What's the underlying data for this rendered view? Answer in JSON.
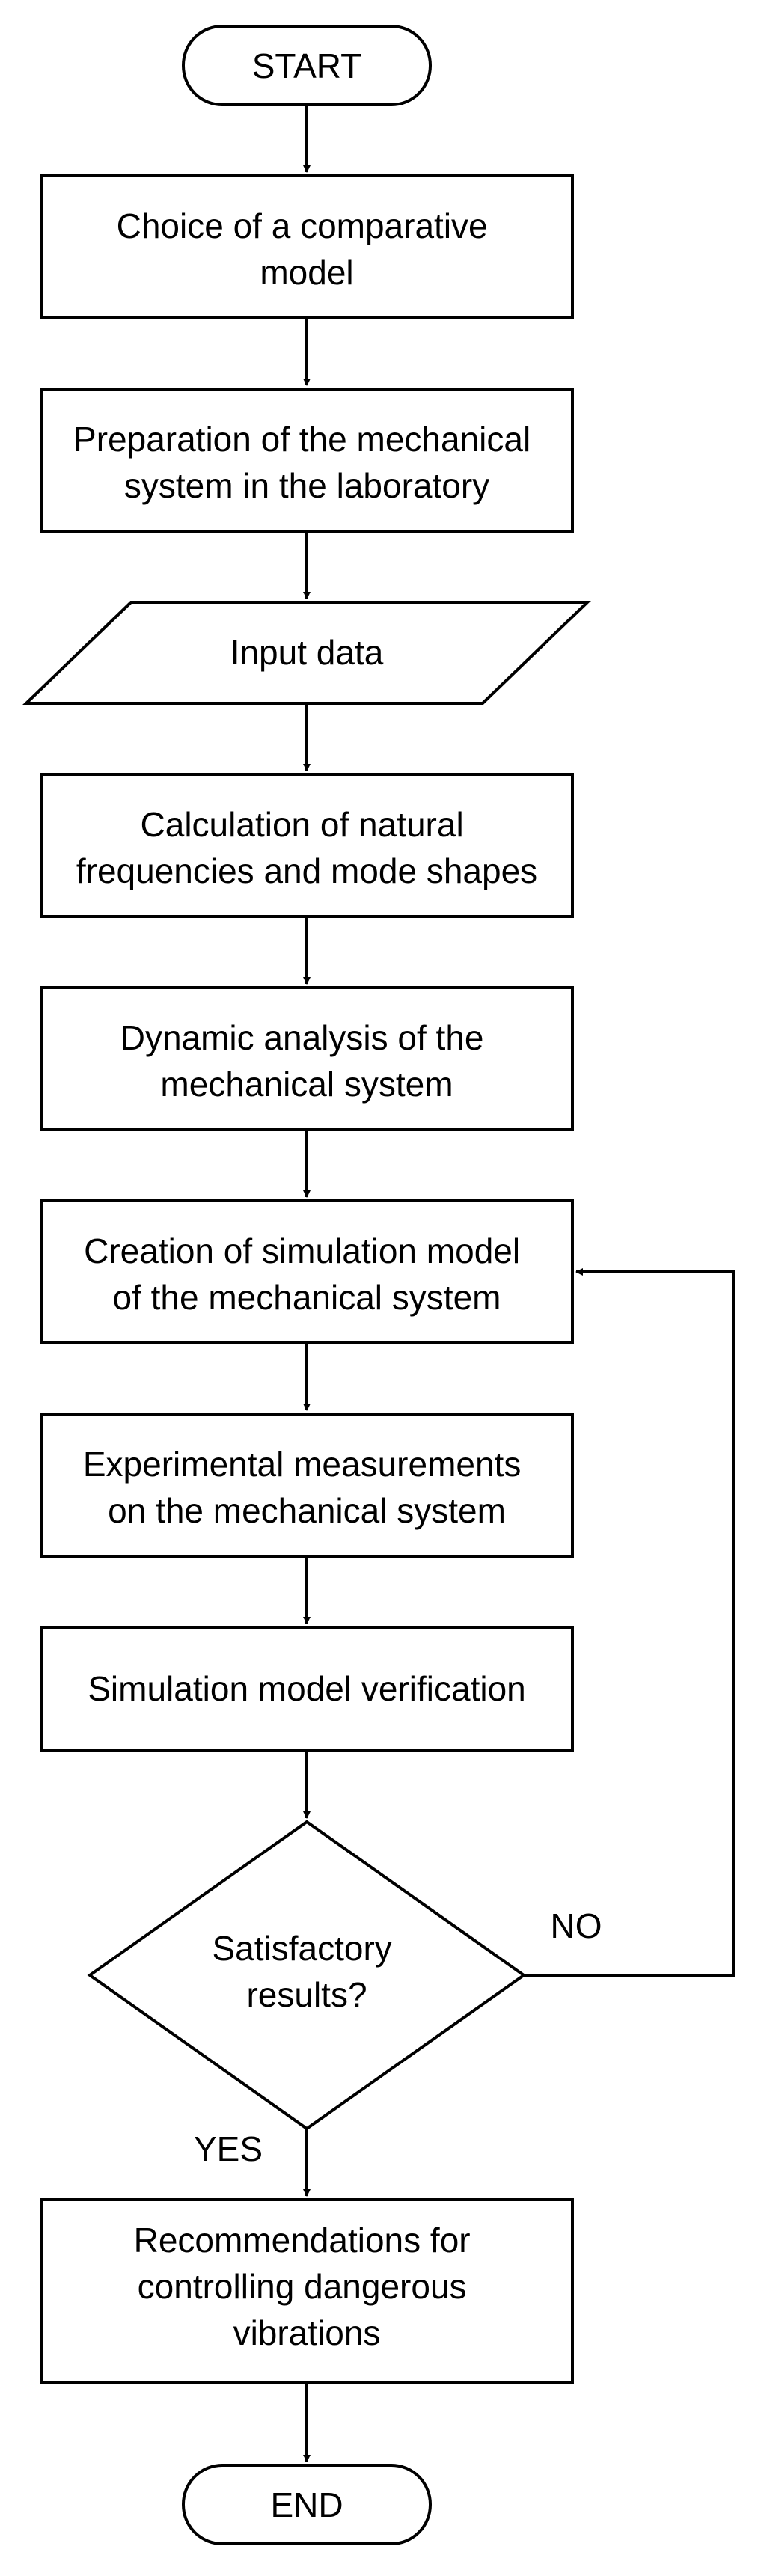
{
  "flowchart": {
    "start": {
      "label": "START"
    },
    "step_1": {
      "lines": [
        "Choice of a comparative",
        "model"
      ]
    },
    "step_2": {
      "lines": [
        "Preparation of the mechanical",
        "system in the laboratory"
      ]
    },
    "input": {
      "lines": [
        "Input data"
      ]
    },
    "step_3": {
      "lines": [
        "Calculation of natural",
        "frequencies and mode shapes"
      ]
    },
    "step_4": {
      "lines": [
        "Dynamic analysis of the",
        "mechanical system"
      ]
    },
    "step_5": {
      "lines": [
        "Creation of simulation model",
        "of the mechanical system"
      ]
    },
    "step_6": {
      "lines": [
        "Experimental measurements",
        "on the mechanical system"
      ]
    },
    "step_7": {
      "lines": [
        "Simulation model verification"
      ]
    },
    "decision": {
      "lines": [
        "Satisfactory",
        "results?"
      ],
      "no_label": "NO",
      "yes_label": "YES"
    },
    "step_8": {
      "lines": [
        "Recommendations for",
        "controlling dangerous",
        "vibrations"
      ]
    },
    "end": {
      "label": "END"
    }
  }
}
